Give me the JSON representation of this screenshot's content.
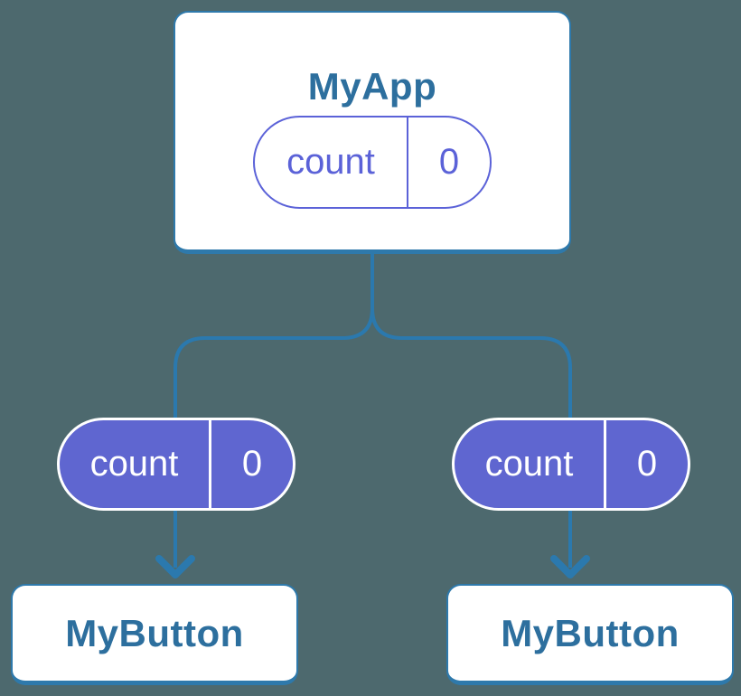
{
  "colors": {
    "background": "#4D696E",
    "connector_blue": "#2B79AE",
    "card_border_blue": "#2E79AB",
    "component_text_blue": "#2D6F9E",
    "prop_pill_purple": "#5F66D0",
    "state_pill_purple": "#5B62D8",
    "card_background": "#FFFFFF"
  },
  "root": {
    "title": "MyApp",
    "state": {
      "name": "count",
      "value": "0"
    }
  },
  "children": [
    {
      "title": "MyButton",
      "prop": {
        "name": "count",
        "value": "0"
      }
    },
    {
      "title": "MyButton",
      "prop": {
        "name": "count",
        "value": "0"
      }
    }
  ]
}
